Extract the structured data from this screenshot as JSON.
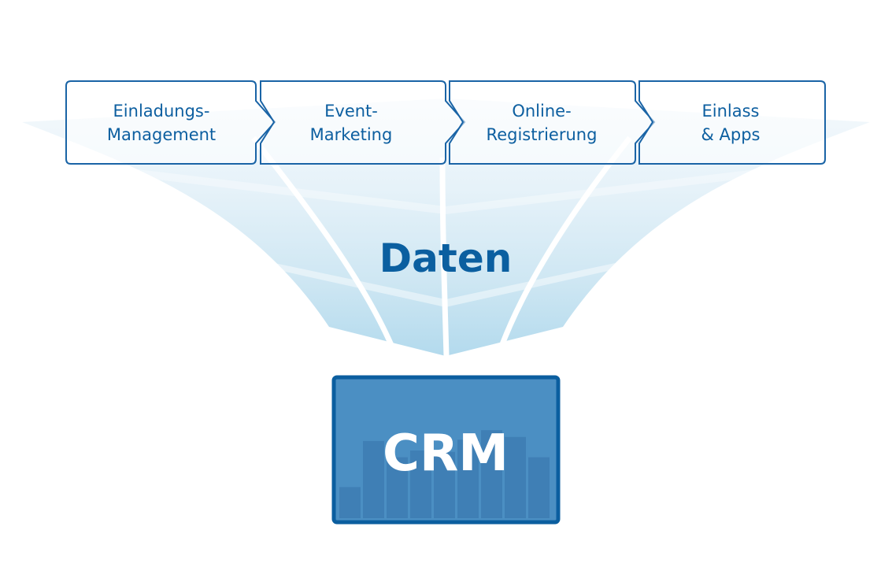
{
  "steps": [
    {
      "line1": "Einladungs-",
      "line2": "Management"
    },
    {
      "line1": "Event-",
      "line2": "Marketing"
    },
    {
      "line1": "Online-",
      "line2": "Registrierung"
    },
    {
      "line1": "Einlass",
      "line2": "& Apps"
    }
  ],
  "center_label": "Daten",
  "target": {
    "label": "CRM",
    "decorative_bar_levels": [
      0.23,
      0.57,
      0.45,
      0.5,
      0.49,
      0.58,
      0.65,
      0.6,
      0.45
    ]
  },
  "colors": {
    "border": "#1a64a6",
    "text": "#0d5fa0",
    "crm_fill": "#4b8fc3",
    "crm_border": "#0b5e9f",
    "crm_bar": "#3f7fb5",
    "funnel_light": "#eef6fb",
    "funnel_dark": "#b5dbee"
  }
}
